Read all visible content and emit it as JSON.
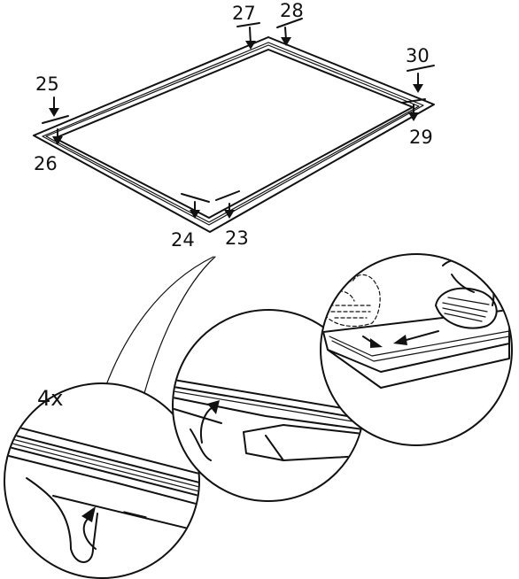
{
  "labels": {
    "l23": "23",
    "l24": "24",
    "l25": "25",
    "l26": "26",
    "l27": "27",
    "l28": "28",
    "l29": "29",
    "l30": "30"
  },
  "multiplier": "4x",
  "colors": {
    "ink": "#111111",
    "paper": "#ffffff"
  }
}
